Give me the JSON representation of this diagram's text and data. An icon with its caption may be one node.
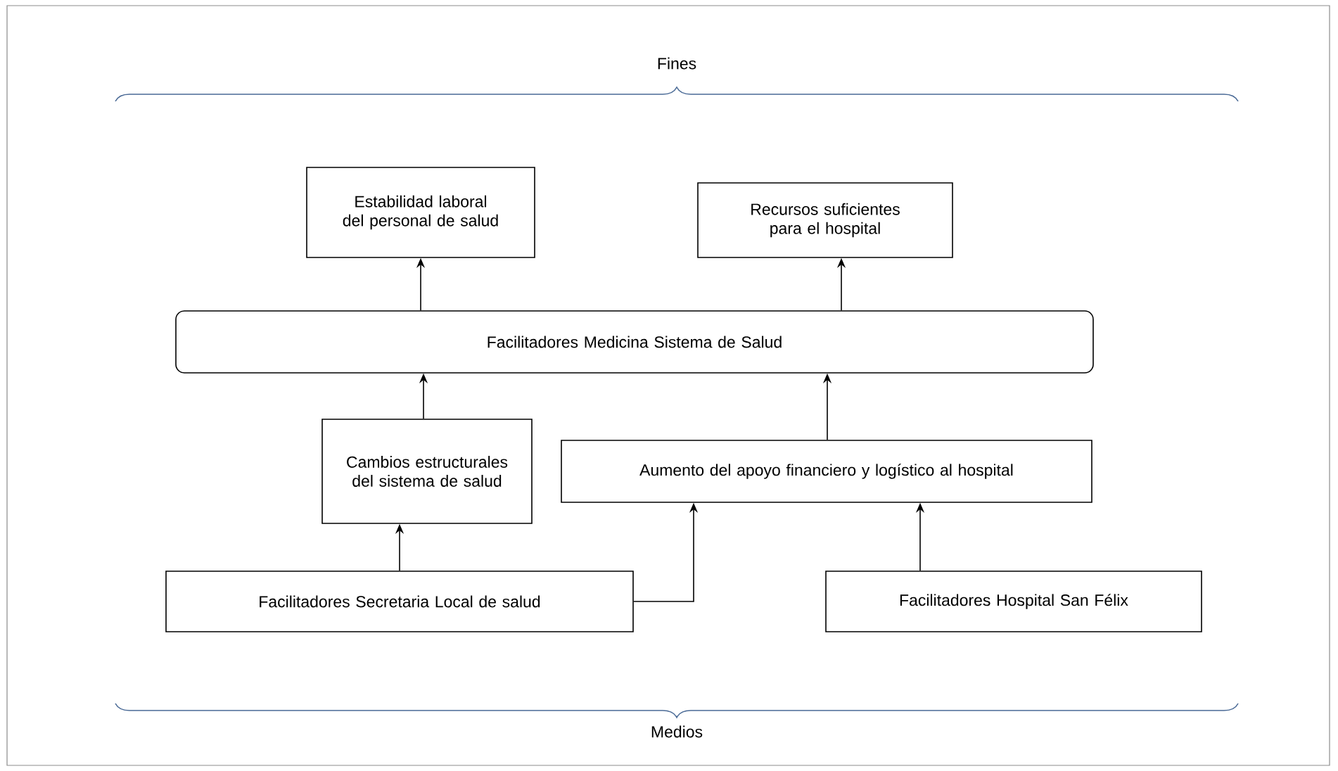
{
  "diagram": {
    "nodes": [
      {
        "text": [
          "Estabilidad laboral del personal de salud"
        ]
      },
      {
        "text": [
          "Recursos suficientes para el hospital"
        ]
      },
      {
        "text": [
          "Facilitadores Medicina Sistema de Salud"
        ]
      },
      {
        "text": [
          "Cambios estructurales del sistema de salud"
        ]
      },
      {
        "text": [
          "Aumento del apoyo financiero y logístico al hospital"
        ]
      },
      {
        "text": [
          "Facilitadores Secretaria Local de salud"
        ]
      },
      {
        "text": [
          "Facilitadores Hospital San Félix"
        ]
      }
    ],
    "edges": [
      {
        "from": 2,
        "to": 0,
        "arrow": "to"
      },
      {
        "from": 2,
        "to": 1,
        "arrow": "to"
      },
      {
        "from": 3,
        "to": 2,
        "arrow": "to"
      },
      {
        "from": 4,
        "to": 2,
        "arrow": "to"
      },
      {
        "from": 5,
        "to": 3,
        "arrow": "to"
      },
      {
        "from": 5,
        "to": 4,
        "arrow": "to"
      },
      {
        "from": 6,
        "to": 4,
        "arrow": "to"
      }
    ],
    "labels": [
      "Fines",
      "Medios"
    ]
  }
}
